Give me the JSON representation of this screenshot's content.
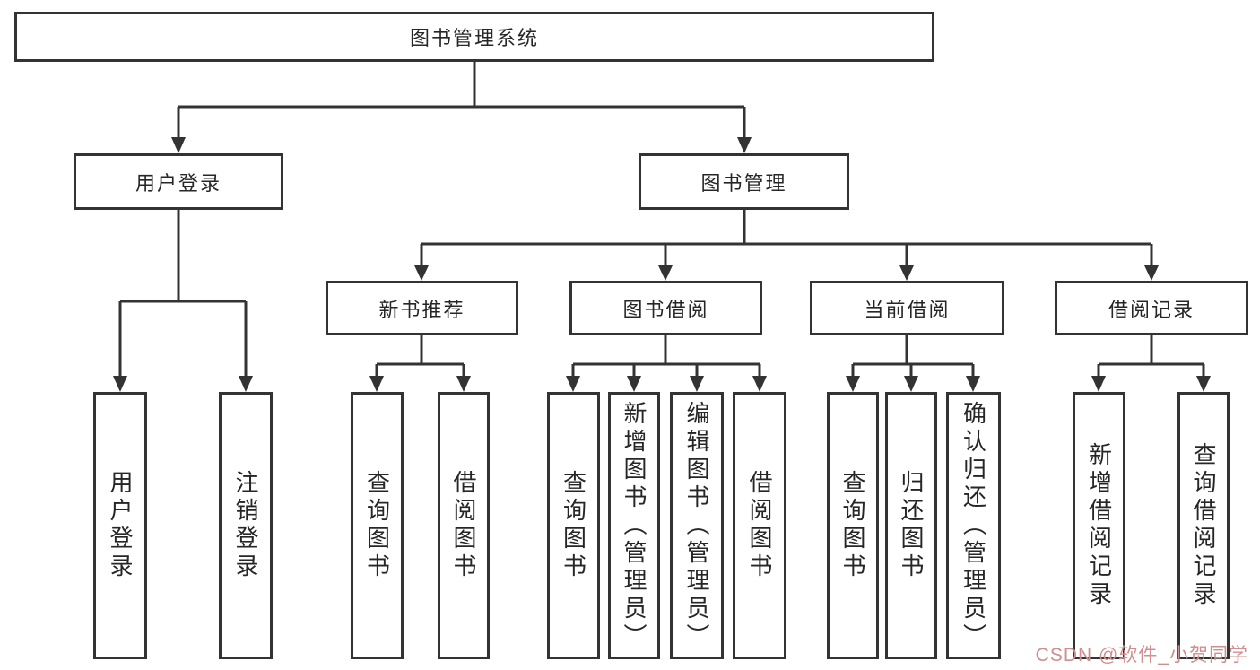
{
  "nodes": {
    "root": "图书管理系统",
    "user_login": "用户登录",
    "book_mgmt": "图书管理",
    "new_books": "新书推荐",
    "book_borrow": "图书借阅",
    "current_borrow": "当前借阅",
    "borrow_records": "借阅记录",
    "leaf_user_login": "用户登录",
    "leaf_logout": "注销登录",
    "leaf_new_query": "查询图书",
    "leaf_new_borrow": "借阅图书",
    "leaf_bb_query": "查询图书",
    "leaf_bb_add": "新增图书（管理员）",
    "leaf_bb_edit": "编辑图书（管理员）",
    "leaf_bb_borrow": "借阅图书",
    "leaf_cb_query": "查询图书",
    "leaf_cb_return": "归还图书",
    "leaf_cb_confirm": "确认归还（管理员）",
    "leaf_br_add": "新增借阅记录",
    "leaf_br_query": "查询借阅记录"
  },
  "watermark": {
    "text": "CSDN @软件_小贺同学"
  },
  "colors": {
    "line": "#333333",
    "border": "#333333",
    "text": "#262626",
    "background": "#ffffff",
    "watermark": "#d08f8f"
  }
}
